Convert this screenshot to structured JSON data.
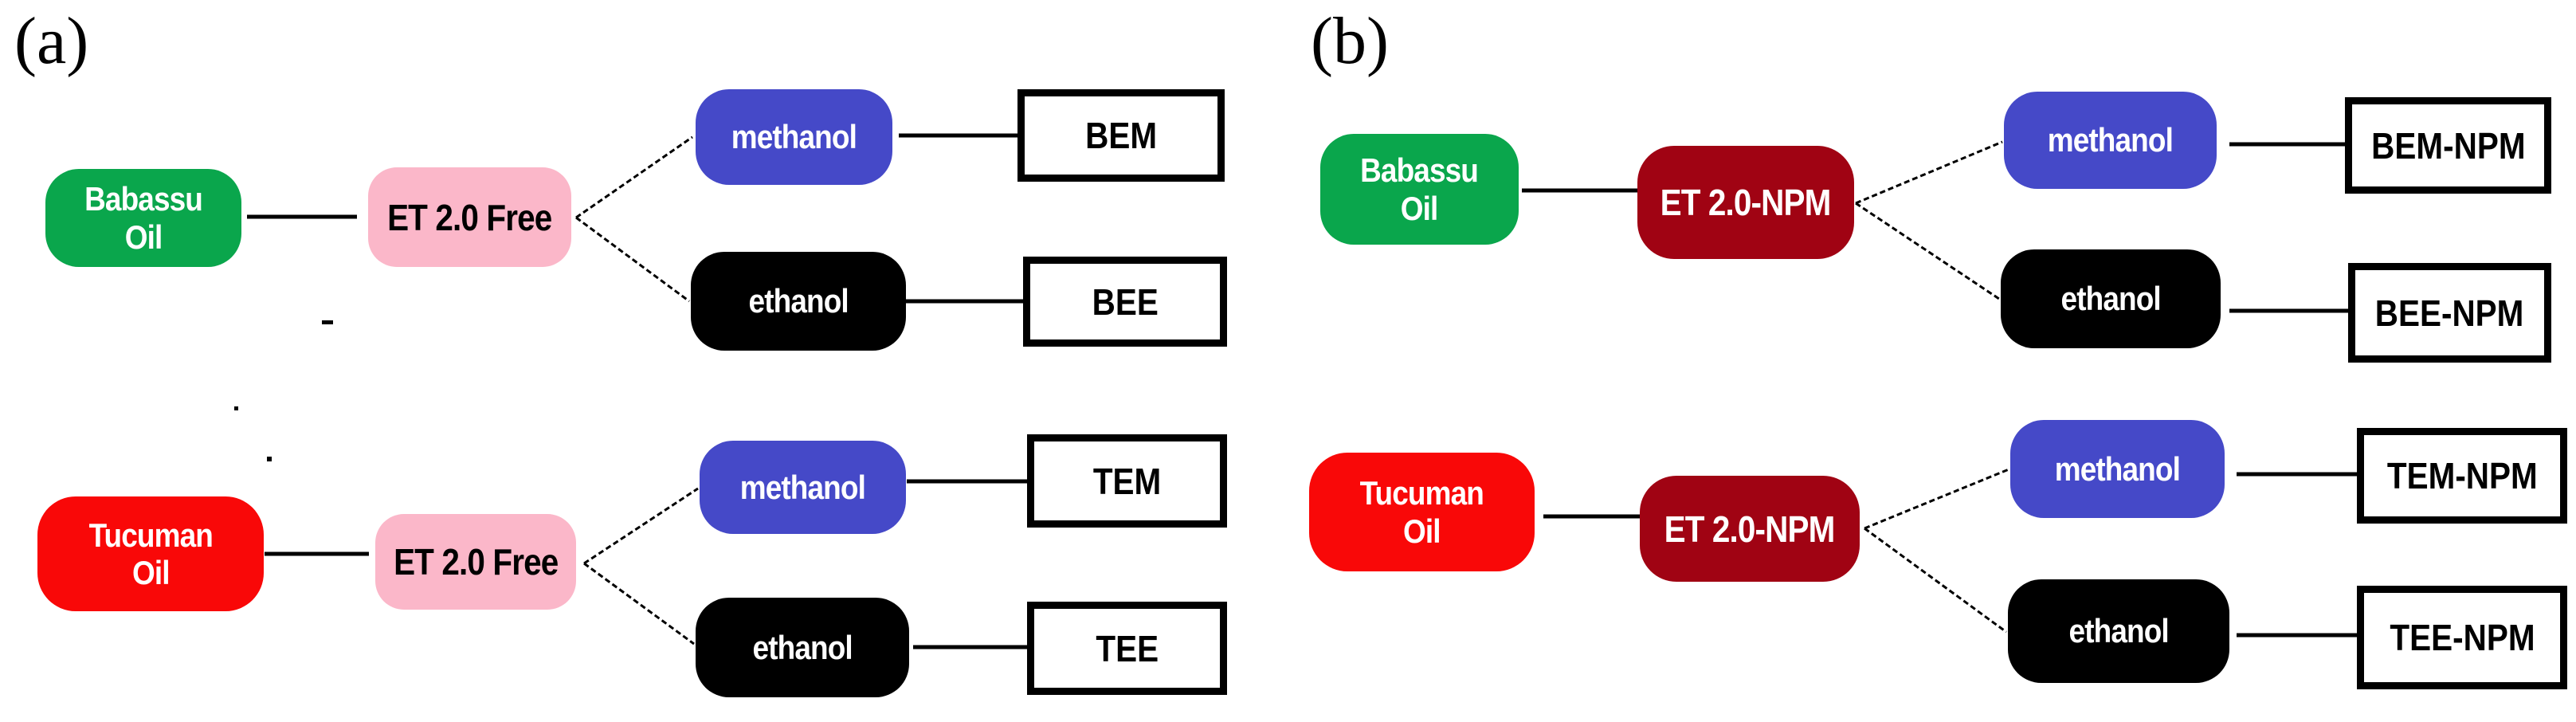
{
  "palette": {
    "green": "#0AA64C",
    "red": "#F90808",
    "pink": "#FBB7C9",
    "dark_red": "#A00313",
    "blue": "#4549C8",
    "black": "#000000",
    "white": "#FFFFFF",
    "line": "#000000"
  },
  "panel_a": {
    "label": "(a)",
    "row1": {
      "oil": "Babassu\nOil",
      "catalyst": "ET 2.0 Free",
      "alcohol_top": "methanol",
      "alcohol_bottom": "ethanol",
      "product_top": "BEM",
      "product_bottom": "BEE"
    },
    "row2": {
      "oil": "Tucuman\nOil",
      "catalyst": "ET 2.0 Free",
      "alcohol_top": "methanol",
      "alcohol_bottom": "ethanol",
      "product_top": "TEM",
      "product_bottom": "TEE"
    }
  },
  "panel_b": {
    "label": "(b)",
    "row1": {
      "oil": "Babassu\nOil",
      "catalyst": "ET 2.0-NPM",
      "alcohol_top": "methanol",
      "alcohol_bottom": "ethanol",
      "product_top": "BEM-NPM",
      "product_bottom": "BEE-NPM"
    },
    "row2": {
      "oil": "Tucuman\nOil",
      "catalyst": "ET 2.0-NPM",
      "alcohol_top": "methanol",
      "alcohol_bottom": "ethanol",
      "product_top": "TEM-NPM",
      "product_bottom": "TEE-NPM"
    }
  }
}
